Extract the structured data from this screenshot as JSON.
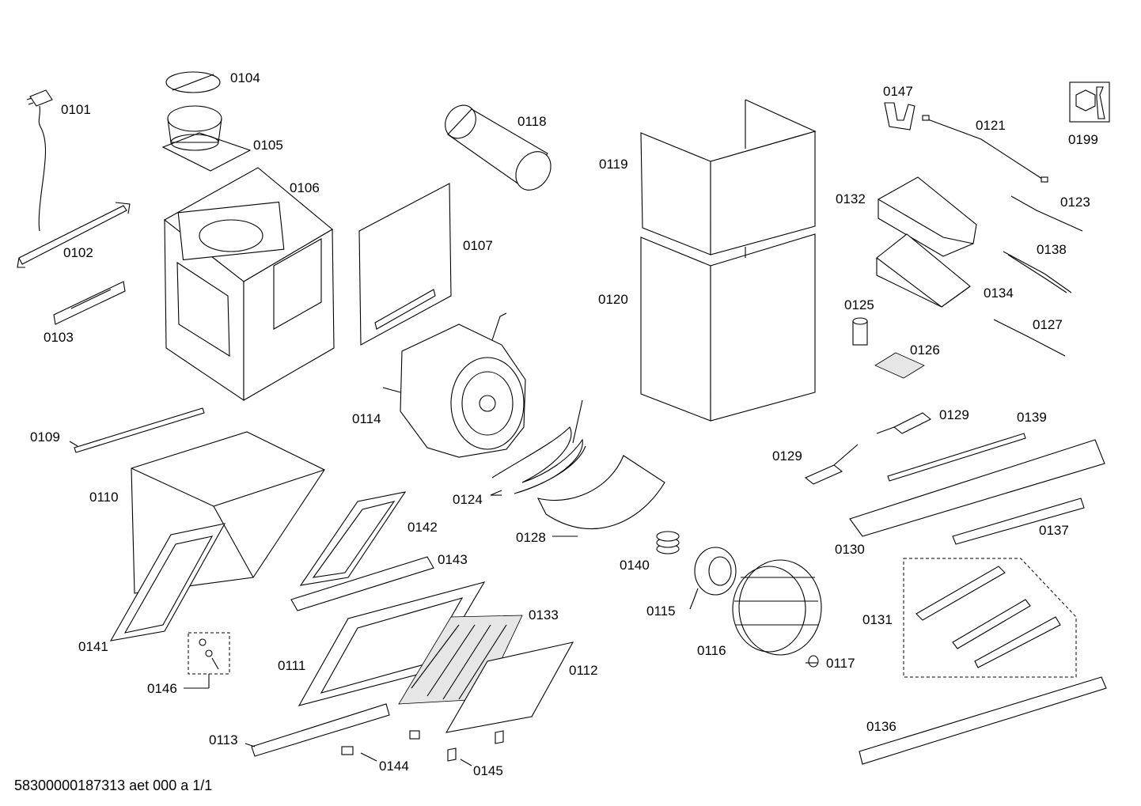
{
  "doc_id": "58300000187313 aet 000 a 1/1",
  "icon": "wrench-nut-service-icon",
  "parts": {
    "p0101": "0101",
    "p0102": "0102",
    "p0103": "0103",
    "p0104": "0104",
    "p0105": "0105",
    "p0106": "0106",
    "p0107": "0107",
    "p0109": "0109",
    "p0110": "0110",
    "p0111": "0111",
    "p0112": "0112",
    "p0113": "0113",
    "p0114": "0114",
    "p0115": "0115",
    "p0116": "0116",
    "p0117": "0117",
    "p0118": "0118",
    "p0119": "0119",
    "p0120": "0120",
    "p0121": "0121",
    "p0123": "0123",
    "p0124": "0124",
    "p0125": "0125",
    "p0126": "0126",
    "p0127": "0127",
    "p0128": "0128",
    "p0129a": "0129",
    "p0129b": "0129",
    "p0130": "0130",
    "p0131": "0131",
    "p0132": "0132",
    "p0133": "0133",
    "p0134": "0134",
    "p0136": "0136",
    "p0137": "0137",
    "p0138": "0138",
    "p0139": "0139",
    "p0140": "0140",
    "p0141": "0141",
    "p0142": "0142",
    "p0143": "0143",
    "p0144": "0144",
    "p0145": "0145",
    "p0146": "0146",
    "p0147": "0147",
    "p0199": "0199"
  }
}
